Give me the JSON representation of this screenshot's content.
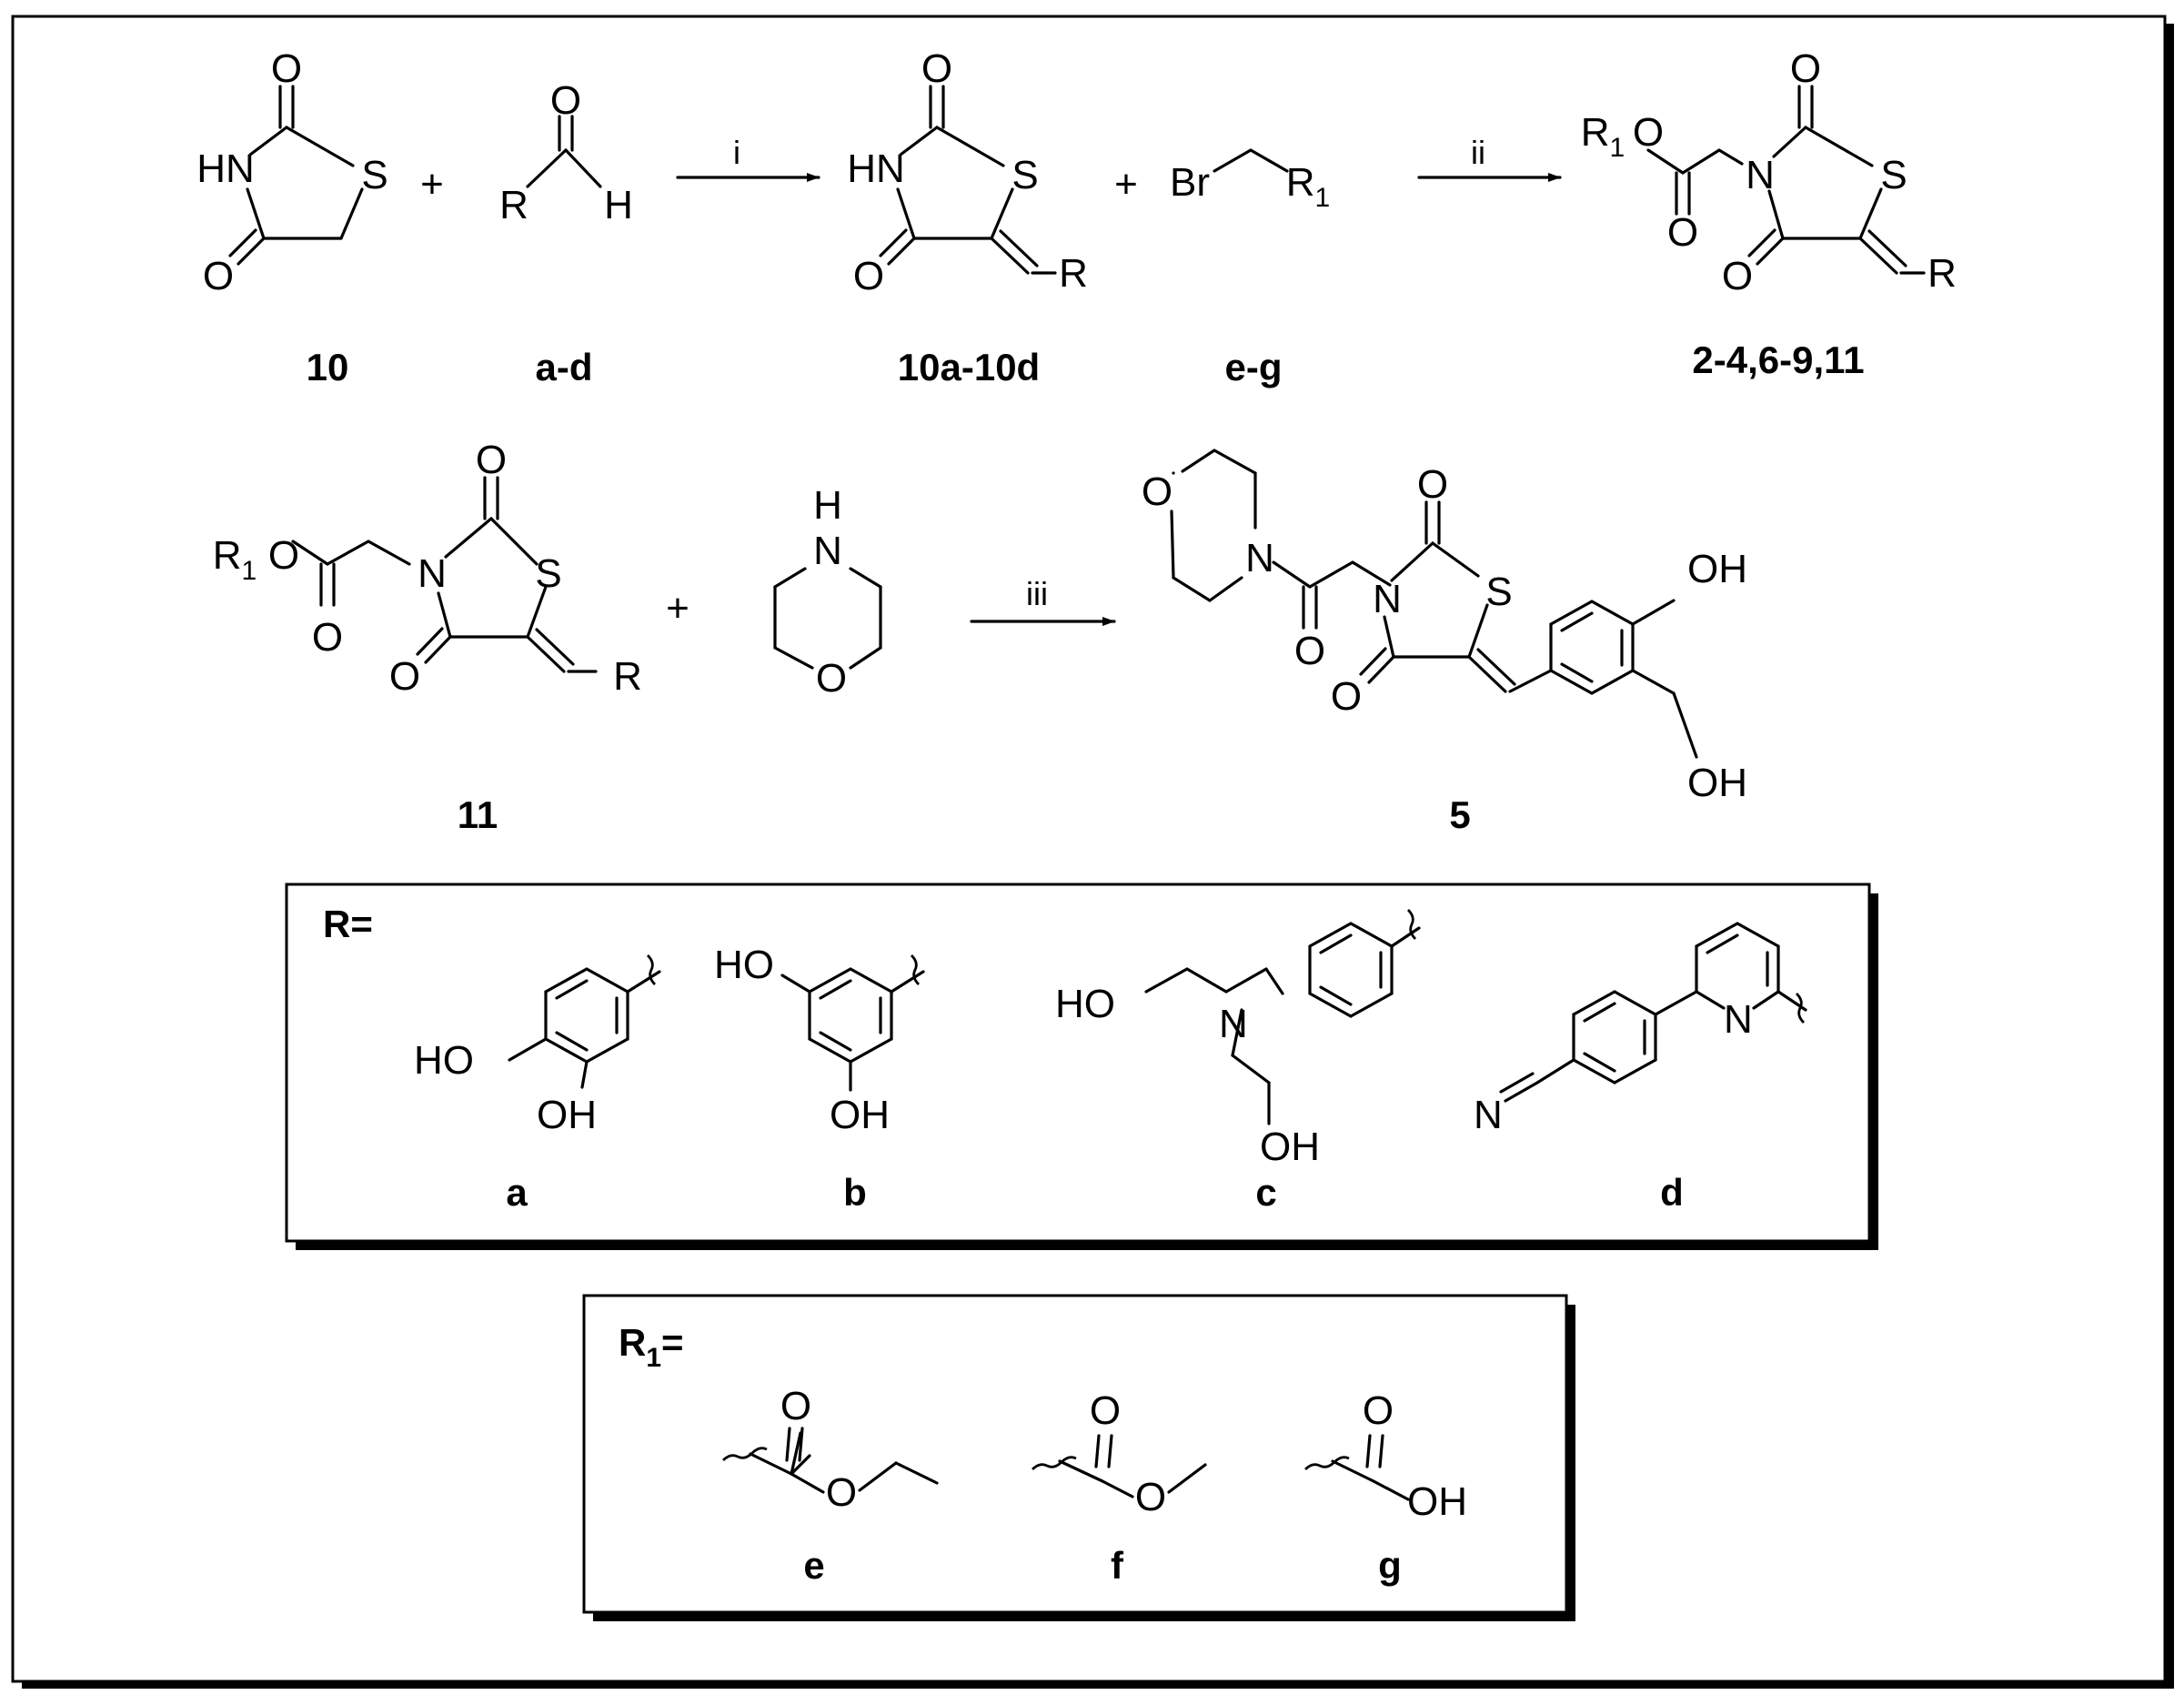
{
  "atoms": {
    "O": "O",
    "S": "S",
    "N": "N",
    "HN": "HN",
    "H": "H",
    "R": "R",
    "Br": "Br",
    "R1_main": "R",
    "R1_sub": "1",
    "OH": "OH",
    "HO": "HO"
  },
  "plus": "+",
  "reagents": {
    "step1": "i",
    "step2": "ii",
    "step3": "iii"
  },
  "compounds": {
    "c10": "10",
    "ad": "a-d",
    "c10ad": "10a-10d",
    "eg": "e-g",
    "products": "2-4,6-9,11",
    "c11": "11",
    "c5": "5"
  },
  "r_panel": {
    "title": "R=",
    "labels": [
      "a",
      "b",
      "c",
      "d"
    ]
  },
  "r1_panel": {
    "title_main": "R",
    "title_sub": "1",
    "title_eq": "=",
    "labels": [
      "e",
      "f",
      "g"
    ]
  }
}
